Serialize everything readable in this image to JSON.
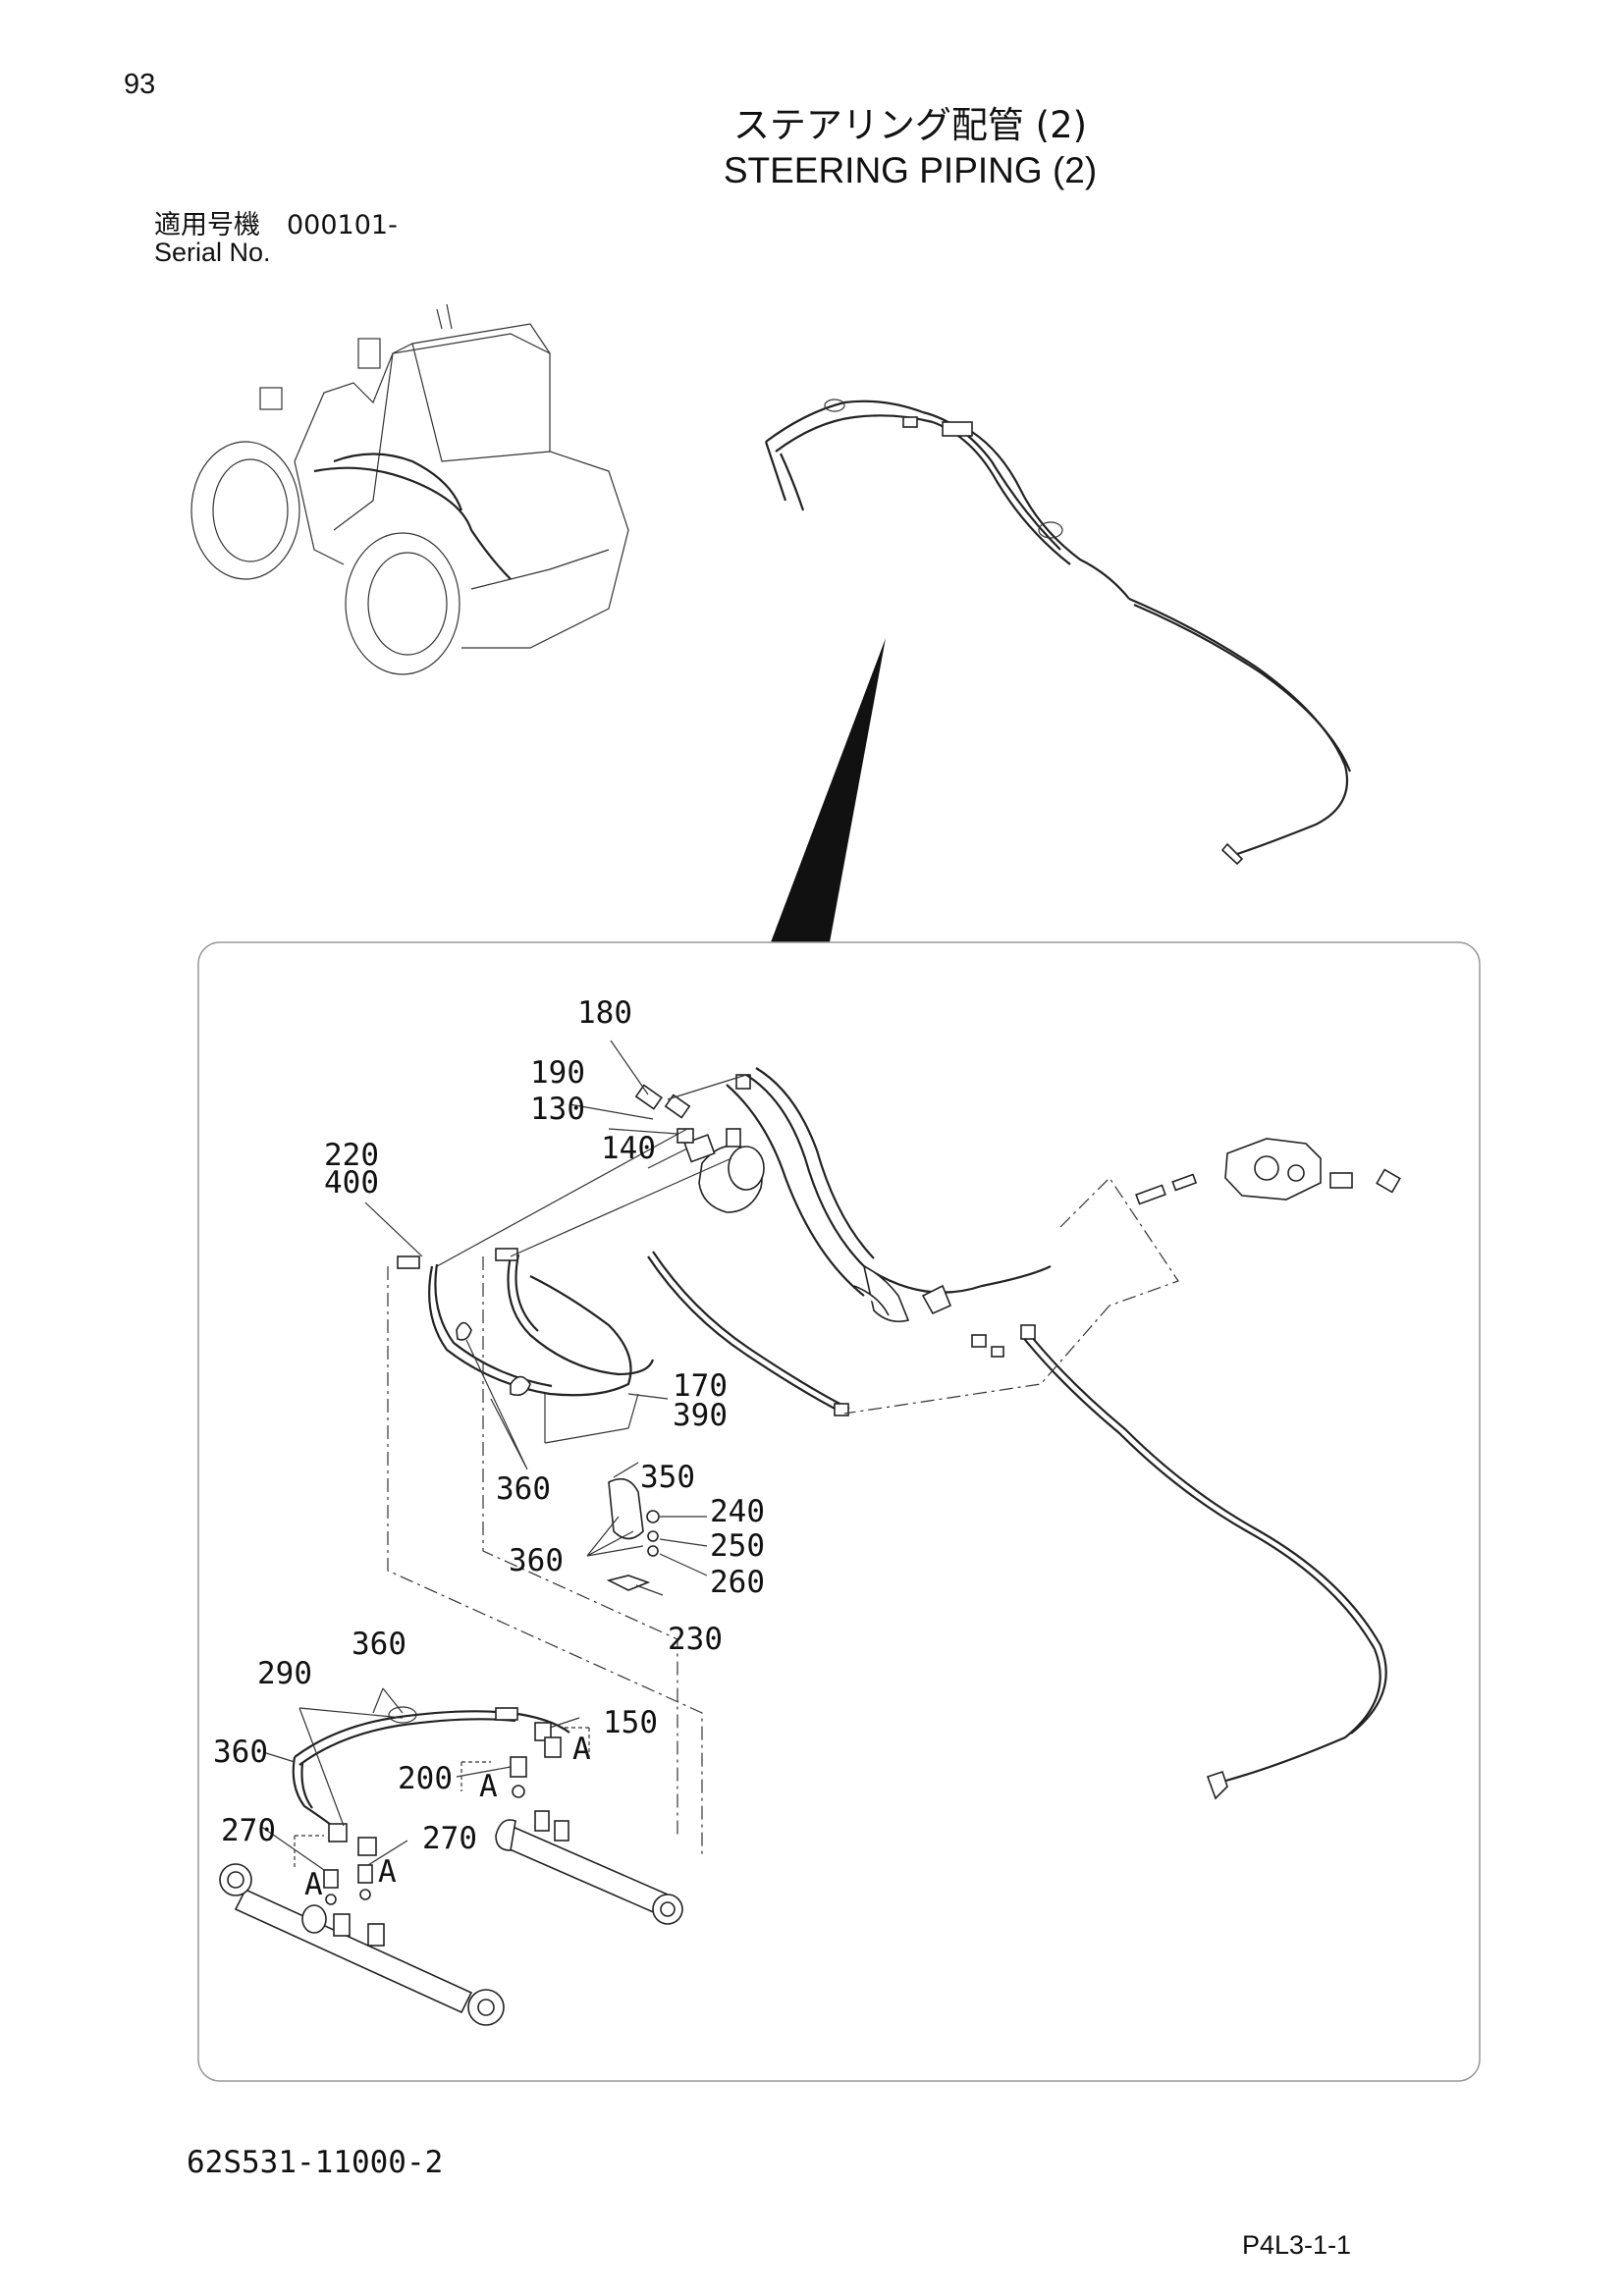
{
  "header": {
    "page_number": "93",
    "title_jp": "ステアリング配管 (2)",
    "title_en": "STEERING PIPING (2)",
    "serial_label_jp": "適用号機　000101-",
    "serial_label_en": "Serial No."
  },
  "callouts": {
    "c180": "180",
    "c190": "190",
    "c130": "130",
    "c140": "140",
    "c220": "220",
    "c400": "400",
    "c170": "170",
    "c390": "390",
    "c350": "350",
    "c240": "240",
    "c250": "250",
    "c260": "260",
    "c230": "230",
    "c360a": "360",
    "c360b": "360",
    "c360c": "360",
    "c360d": "360",
    "c290": "290",
    "c150": "150",
    "c200": "200",
    "c270a": "270",
    "c270b": "270",
    "cA1": "A",
    "cA2": "A",
    "cA3": "A",
    "cA4": "A"
  },
  "footer": {
    "drawing_number": "62S531-11000-2",
    "page_code": "P4L3-1-1"
  }
}
